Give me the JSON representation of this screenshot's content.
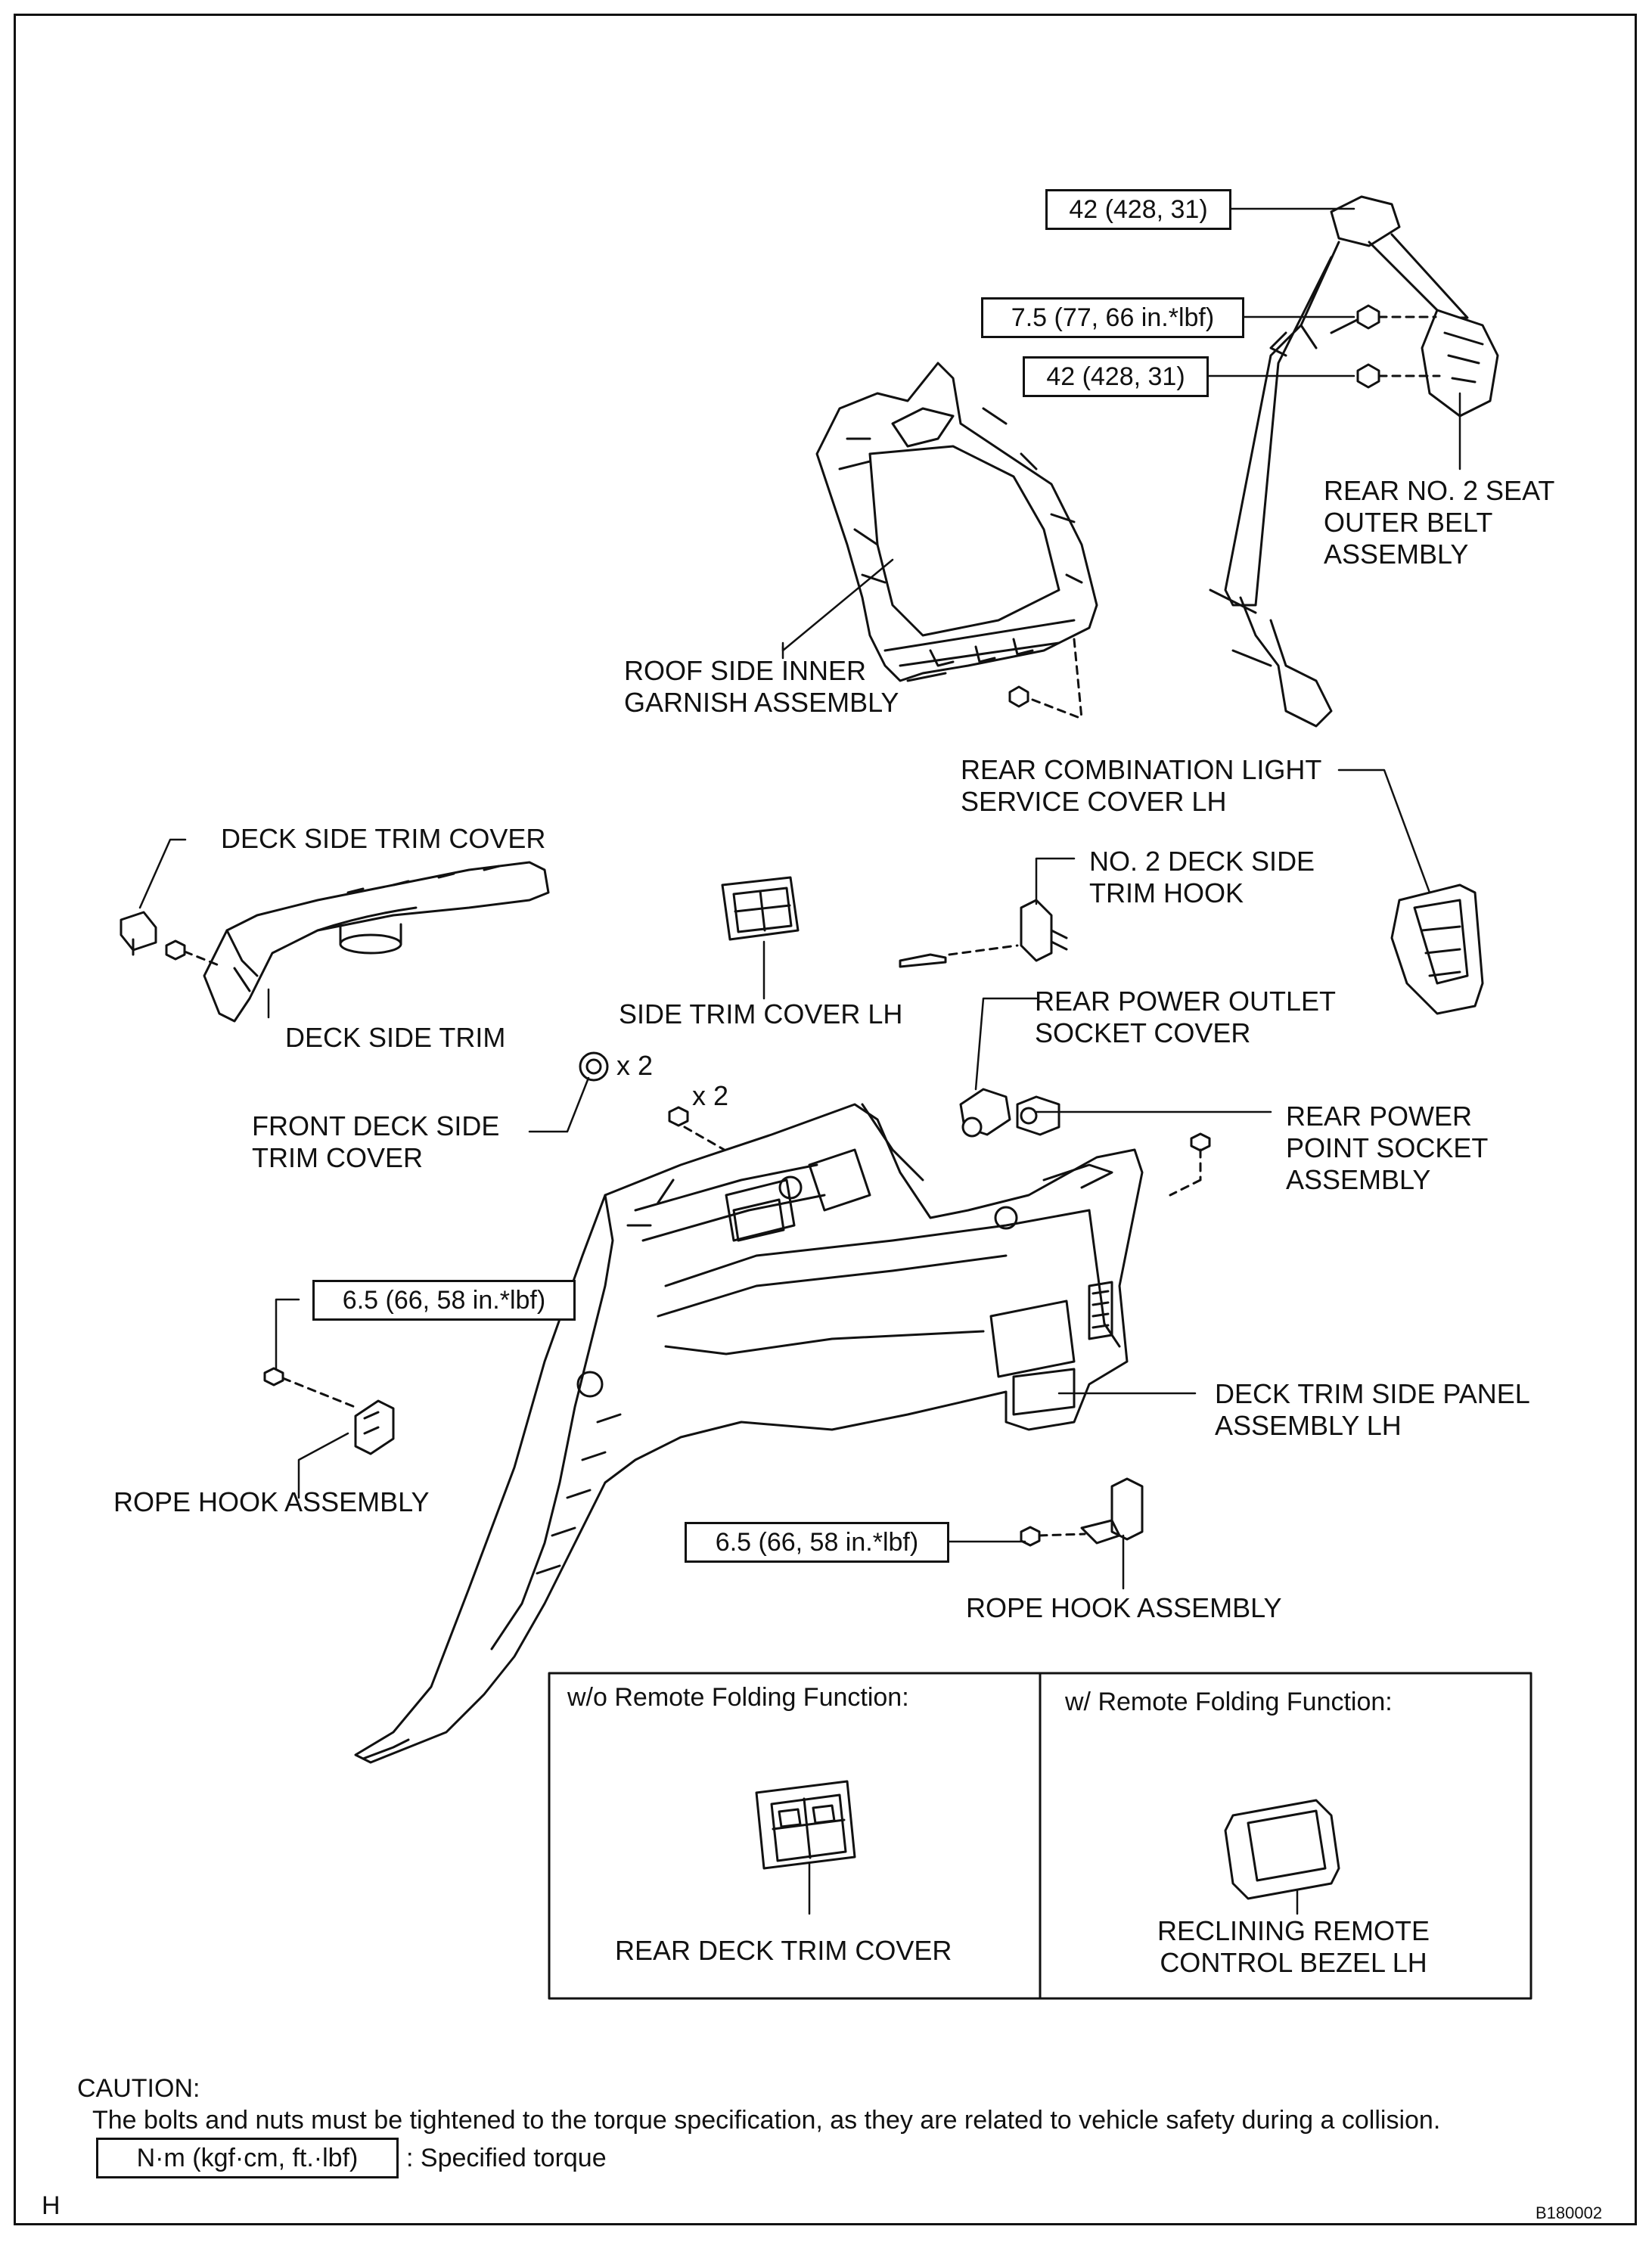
{
  "torque_specs": {
    "t1": "42 (428, 31)",
    "t2": "7.5 (77, 66 in.*lbf)",
    "t3": "42 (428, 31)",
    "t4": "6.5 (66, 58 in.*lbf)",
    "t5": "6.5 (66, 58 in.*lbf)"
  },
  "labels": {
    "belt": [
      "REAR NO. 2 SEAT",
      "OUTER BELT",
      "ASSEMBLY"
    ],
    "roof": [
      "ROOF SIDE INNER",
      "GARNISH ASSEMBLY"
    ],
    "service": [
      "REAR COMBINATION LIGHT",
      "SERVICE COVER LH"
    ],
    "deck_cover": "DECK SIDE TRIM COVER",
    "deck_trim": "DECK SIDE TRIM",
    "no2_hook": [
      "NO. 2 DECK SIDE",
      "TRIM HOOK"
    ],
    "side_cover": "SIDE TRIM COVER LH",
    "outlet_cover": [
      "REAR POWER OUTLET",
      "SOCKET COVER"
    ],
    "front_deck": [
      "FRONT DECK SIDE",
      "TRIM COVER"
    ],
    "socket_assy": [
      "REAR POWER",
      "POINT SOCKET",
      "ASSEMBLY"
    ],
    "side_panel": [
      "DECK TRIM SIDE PANEL",
      "ASSEMBLY LH"
    ],
    "rope_left": "ROPE HOOK ASSEMBLY",
    "rope_right": "ROPE HOOK ASSEMBLY",
    "x2_a": "x 2",
    "x2_b": "x 2"
  },
  "panels": {
    "left_title": "w/o Remote Folding Function:",
    "left_part": "REAR DECK TRIM COVER",
    "right_title": "w/ Remote Folding Function:",
    "right_part": [
      "RECLINING REMOTE",
      "CONTROL BEZEL LH"
    ]
  },
  "caution": {
    "title": "CAUTION:",
    "text": "The bolts and nuts must be tightened to the torque specification, as they are related to vehicle safety during a collision.",
    "legend_box": "N·m (kgf·cm, ft.·lbf)",
    "legend_text": ": Specified torque"
  },
  "footer": {
    "left": "H",
    "right": "B180002"
  }
}
